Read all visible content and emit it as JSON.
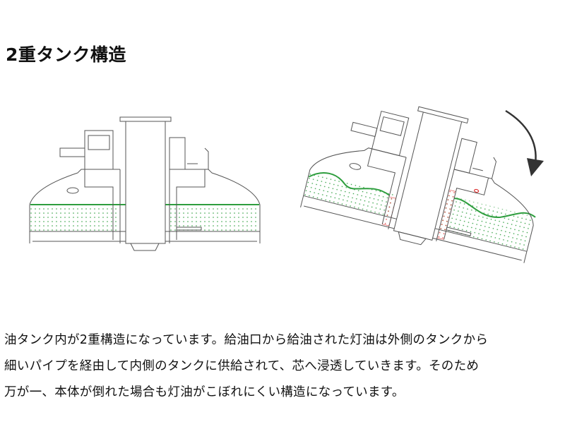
{
  "title": "2重タンク構造",
  "description": {
    "lines": [
      "油タンク内が2重構造になっています。給油口から給油された灯油は外側のタンクから",
      "細いパイプを経由して内側のタンクに供給されて、芯へ浸透していきます。そのため",
      "万が一、本体が倒れた場合も灯油がこぼれにくい構造になっています。"
    ]
  },
  "colors": {
    "oil": "#2e9e3e",
    "inner_oil": "#d33",
    "line": "#555"
  }
}
